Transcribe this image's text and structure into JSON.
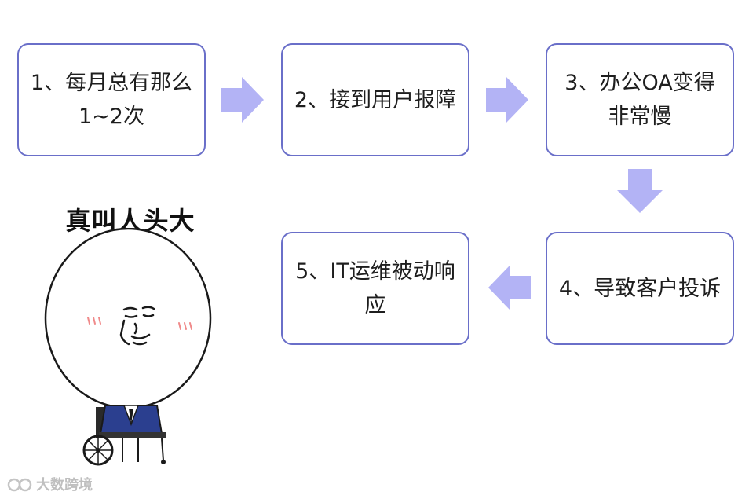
{
  "steps": [
    {
      "text": "1、每月总有那么\n1~2次"
    },
    {
      "text": "2、接到用户报障"
    },
    {
      "text": "3、办公OA变得\n非常慢"
    },
    {
      "text": "4、导致客户投诉"
    },
    {
      "text": "5、IT运维被动响\n应"
    }
  ],
  "meme": {
    "caption": "真叫人头大"
  },
  "watermark": {
    "text": "大数跨境",
    "icon": "brand-logo-icon"
  },
  "colors": {
    "box_border": "#6a6fc9",
    "arrow": "#b3b3f5",
    "text": "#1e1e1e"
  }
}
